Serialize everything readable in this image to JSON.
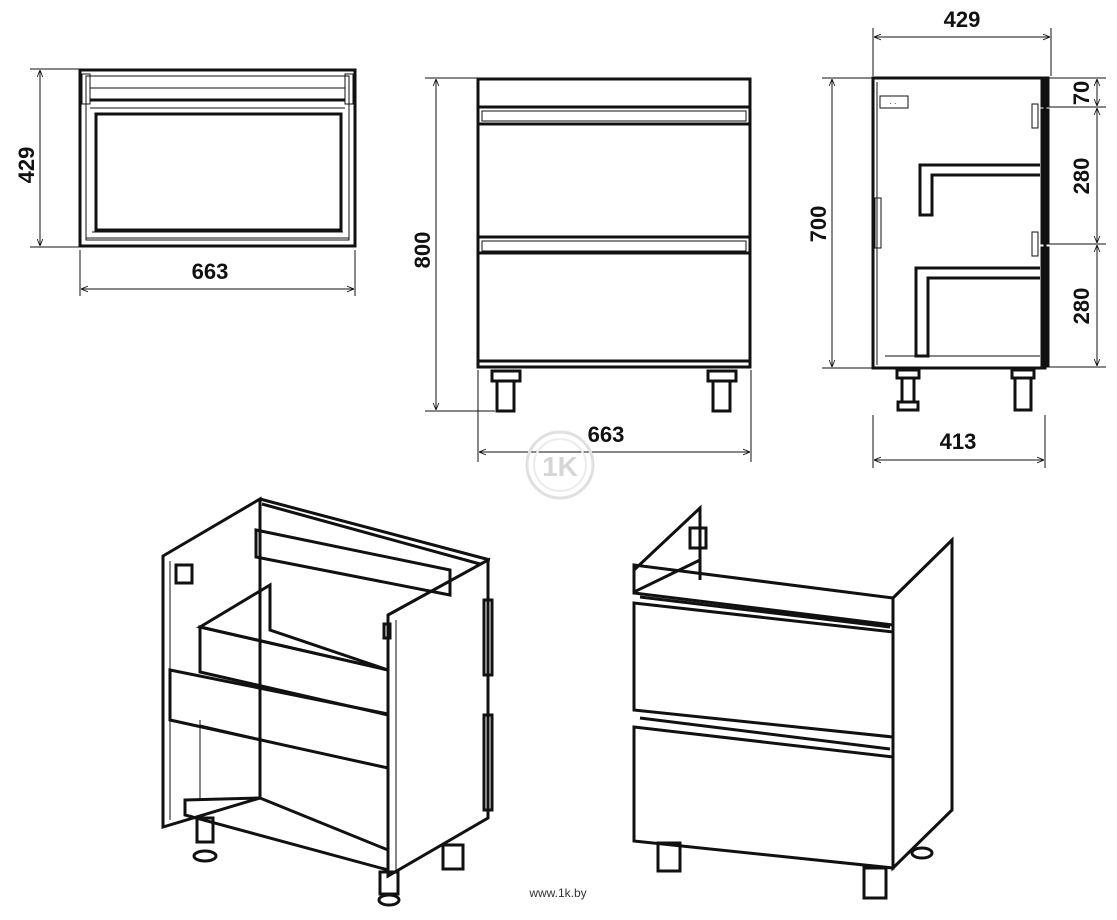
{
  "top_view": {
    "depth": "429",
    "width": "663"
  },
  "front_view": {
    "height": "800",
    "width": "663"
  },
  "side_view": {
    "depth_top": "429",
    "height": "700",
    "depth_bottom": "413",
    "gap_top": "70",
    "drawer_1": "280",
    "drawer_2": "280"
  },
  "watermark": "1K",
  "footer": {
    "url": "www.1k.by"
  }
}
